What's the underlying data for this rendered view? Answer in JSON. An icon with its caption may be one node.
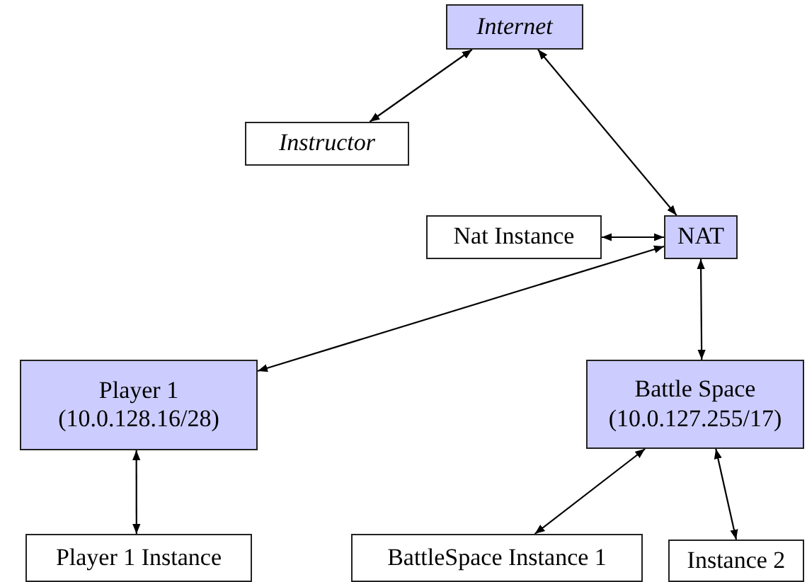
{
  "diagram": {
    "nodes": [
      {
        "text": [
          "Internet"
        ]
      },
      {
        "text": [
          "Instructor"
        ]
      },
      {
        "text": [
          "Nat Instance"
        ]
      },
      {
        "text": [
          "NAT"
        ]
      },
      {
        "text": [
          "Player 1 (10.0.128.16/28)"
        ]
      },
      {
        "text": [
          "Battle Space (10.0.127.255/17)"
        ]
      },
      {
        "text": [
          "Player 1 Instance"
        ]
      },
      {
        "text": [
          "BattleSpace Instance 1"
        ]
      },
      {
        "text": [
          "Instance 2"
        ]
      }
    ],
    "edges": [
      {
        "from": 0,
        "to": 1,
        "arrow": "both"
      },
      {
        "from": 0,
        "to": 3,
        "arrow": "both"
      },
      {
        "from": 2,
        "to": 3,
        "arrow": "both"
      },
      {
        "from": 3,
        "to": 4,
        "arrow": "both"
      },
      {
        "from": 3,
        "to": 5,
        "arrow": "both"
      },
      {
        "from": 4,
        "to": 6,
        "arrow": "both"
      },
      {
        "from": 5,
        "to": 7,
        "arrow": "both"
      },
      {
        "from": 5,
        "to": 8,
        "arrow": "both"
      }
    ]
  }
}
